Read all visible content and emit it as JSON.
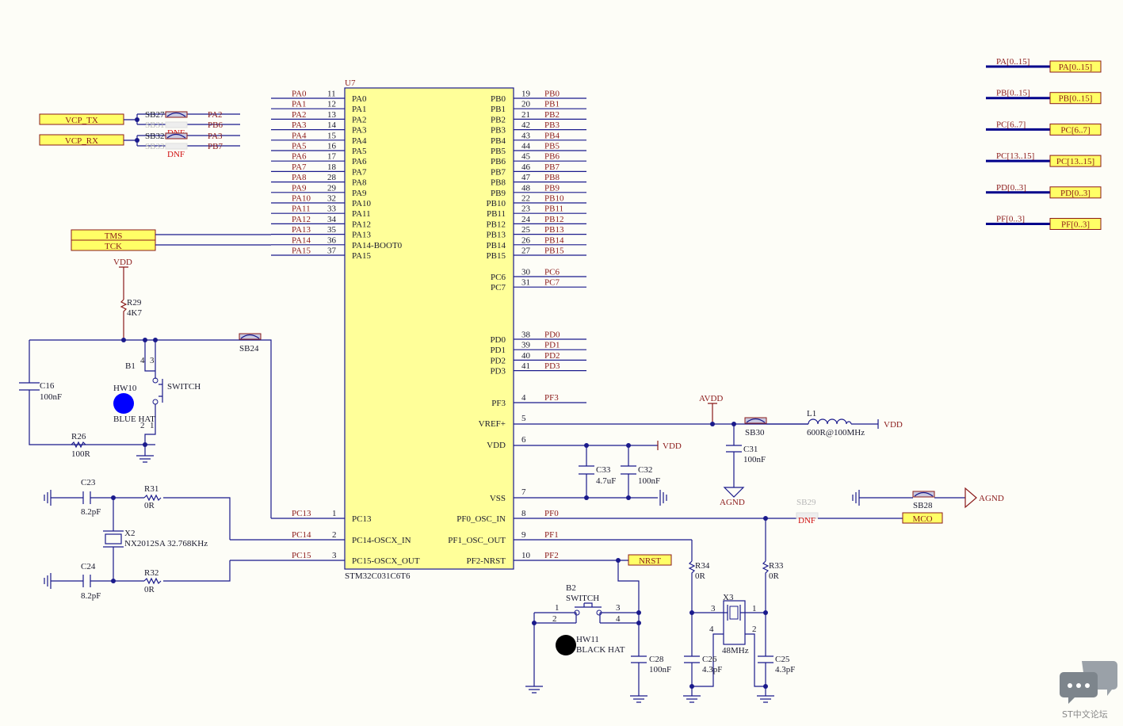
{
  "chip": {
    "ref": "U7",
    "part": "STM32C031C6T6",
    "left_pins": [
      {
        "net": "PA0",
        "num": "11",
        "name": "PA0"
      },
      {
        "net": "PA1",
        "num": "12",
        "name": "PA1"
      },
      {
        "net": "PA2",
        "num": "13",
        "name": "PA2"
      },
      {
        "net": "PA3",
        "num": "14",
        "name": "PA3"
      },
      {
        "net": "PA4",
        "num": "15",
        "name": "PA4"
      },
      {
        "net": "PA5",
        "num": "16",
        "name": "PA5"
      },
      {
        "net": "PA6",
        "num": "17",
        "name": "PA6"
      },
      {
        "net": "PA7",
        "num": "18",
        "name": "PA7"
      },
      {
        "net": "PA8",
        "num": "28",
        "name": "PA8"
      },
      {
        "net": "PA9",
        "num": "29",
        "name": "PA9"
      },
      {
        "net": "PA10",
        "num": "32",
        "name": "PA10"
      },
      {
        "net": "PA11",
        "num": "33",
        "name": "PA11"
      },
      {
        "net": "PA12",
        "num": "34",
        "name": "PA12"
      },
      {
        "net": "PA13",
        "num": "35",
        "name": "PA13"
      },
      {
        "net": "PA14",
        "num": "36",
        "name": "PA14-BOOT0"
      },
      {
        "net": "PA15",
        "num": "37",
        "name": "PA15"
      }
    ],
    "right_pins_b": [
      {
        "name": "PB0",
        "num": "19",
        "net": "PB0"
      },
      {
        "name": "PB1",
        "num": "20",
        "net": "PB1"
      },
      {
        "name": "PB2",
        "num": "21",
        "net": "PB2"
      },
      {
        "name": "PB3",
        "num": "42",
        "net": "PB3"
      },
      {
        "name": "PB4",
        "num": "43",
        "net": "PB4"
      },
      {
        "name": "PB5",
        "num": "44",
        "net": "PB5"
      },
      {
        "name": "PB6",
        "num": "45",
        "net": "PB6"
      },
      {
        "name": "PB7",
        "num": "46",
        "net": "PB7"
      },
      {
        "name": "PB8",
        "num": "47",
        "net": "PB8"
      },
      {
        "name": "PB9",
        "num": "48",
        "net": "PB9"
      },
      {
        "name": "PB10",
        "num": "22",
        "net": "PB10"
      },
      {
        "name": "PB11",
        "num": "23",
        "net": "PB11"
      },
      {
        "name": "PB12",
        "num": "24",
        "net": "PB12"
      },
      {
        "name": "PB13",
        "num": "25",
        "net": "PB13"
      },
      {
        "name": "PB14",
        "num": "26",
        "net": "PB14"
      },
      {
        "name": "PB15",
        "num": "27",
        "net": "PB15"
      }
    ],
    "right_pins_c": [
      {
        "name": "PC6",
        "num": "30",
        "net": "PC6"
      },
      {
        "name": "PC7",
        "num": "31",
        "net": "PC7"
      }
    ],
    "right_pins_d": [
      {
        "name": "PD0",
        "num": "38",
        "net": "PD0"
      },
      {
        "name": "PD1",
        "num": "39",
        "net": "PD1"
      },
      {
        "name": "PD2",
        "num": "40",
        "net": "PD2"
      },
      {
        "name": "PD3",
        "num": "41",
        "net": "PD3"
      }
    ],
    "pf3": {
      "name": "PF3",
      "num": "4",
      "net": "PF3"
    },
    "vref": {
      "name": "VREF+",
      "num": "5"
    },
    "vdd": {
      "name": "VDD",
      "num": "6"
    },
    "vss": {
      "name": "VSS",
      "num": "7"
    },
    "pf0": {
      "name": "PF0_OSC_IN",
      "num": "8",
      "net": "PF0"
    },
    "pf1": {
      "name": "PF1_OSC_OUT",
      "num": "9",
      "net": "PF1"
    },
    "pf2": {
      "name": "PF2-NRST",
      "num": "10",
      "net": "PF2"
    },
    "pc13": {
      "name": "PC13",
      "num": "1",
      "net": "PC13"
    },
    "pc14": {
      "name": "PC14-OSCX_IN",
      "num": "2",
      "net": "PC14"
    },
    "pc15": {
      "name": "PC15-OSCX_OUT",
      "num": "3",
      "net": "PC15"
    }
  },
  "ports": {
    "vcp_tx": "VCP_TX",
    "vcp_rx": "VCP_RX",
    "tms": "TMS",
    "tck": "TCK",
    "nrst": "NRST",
    "mco": "MCO"
  },
  "buses": [
    {
      "wire": "PA[0..15]",
      "port": "PA[0..15]"
    },
    {
      "wire": "PB[0..15]",
      "port": "PB[0..15]"
    },
    {
      "wire": "PC[6..7]",
      "port": "PC[6..7]"
    },
    {
      "wire": "PC[13..15]",
      "port": "PC[13..15]"
    },
    {
      "wire": "PD[0..3]",
      "port": "PD[0..3]"
    },
    {
      "wire": "PF[0..3]",
      "port": "PF[0..3]"
    }
  ],
  "bridges": {
    "sb27": "SB27",
    "sb31": "SB31",
    "sb32": "SB32",
    "sb33": "SB33",
    "dnf": "DNF",
    "pa2": "PA2",
    "pb6": "PB6",
    "pa3": "PA3",
    "pb7": "PB7",
    "sb24": "SB24",
    "sb30": "SB30",
    "sb29": "SB29",
    "sb28": "SB28"
  },
  "components": {
    "vdd": "VDD",
    "avdd": "AVDD",
    "agnd": "AGND",
    "r29": "R29",
    "r29v": "4K7",
    "c16": "C16",
    "c16v": "100nF",
    "r26": "R26",
    "r26v": "100R",
    "b1": "B1",
    "b1type": "SWITCH",
    "hw10": "HW10",
    "hw10v": "BLUE HAT",
    "c23": "C23",
    "c23v": "8.2pF",
    "c24": "C24",
    "c24v": "8.2pF",
    "r31": "R31",
    "r31v": "0R",
    "r32": "R32",
    "r32v": "0R",
    "x2": "X2",
    "x2v": "NX2012SA 32.768KHz",
    "l1": "L1",
    "l1v": "600R@100MHz",
    "c31": "C31",
    "c31v": "100nF",
    "c33": "C33",
    "c33v": "4.7uF",
    "c32": "C32",
    "c32v": "100nF",
    "r34": "R34",
    "r34v": "0R",
    "r33": "R33",
    "r33v": "0R",
    "x3": "X3",
    "x3v": "48MHz",
    "c26": "C26",
    "c26v": "4.3pF",
    "c25": "C25",
    "c25v": "4.3pF",
    "b2": "B2",
    "b2type": "SWITCH",
    "hw11": "HW11",
    "hw11v": "BLACK HAT",
    "c28": "C28",
    "c28v": "100nF",
    "pin1": "1",
    "pin2": "2",
    "pin3": "3",
    "pin4": "4"
  },
  "watermark": "ST中文论坛",
  "colors": {
    "body": "#ffff99",
    "wire": "#1a1a8c",
    "label": "#8b1a1a",
    "port": "#ffff66",
    "dnf": "#d01010"
  }
}
